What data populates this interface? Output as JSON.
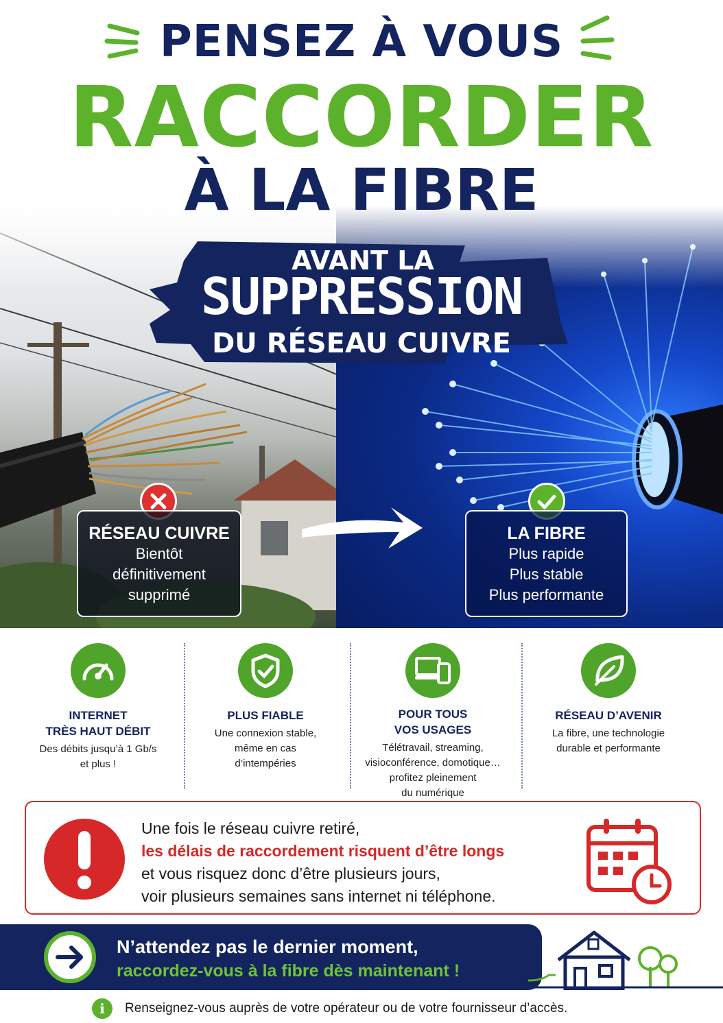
{
  "colors": {
    "navy": "#13245e",
    "green": "#5db22c",
    "red": "#d62828",
    "white": "#ffffff"
  },
  "header": {
    "line1": "PENSEZ À VOUS",
    "line2": "RACCORDER",
    "line3": "À LA FIBRE"
  },
  "banner": {
    "line1": "AVANT LA",
    "line2": "SUPPRESSION",
    "line3": "DU RÉSEAU CUIVRE"
  },
  "comparison": {
    "left": {
      "icon": "x-icon",
      "title": "RÉSEAU CUIVRE",
      "lines": [
        "Bientôt",
        "définitivement",
        "supprimé"
      ]
    },
    "right": {
      "icon": "check-icon",
      "title": "LA FIBRE",
      "lines": [
        "Plus rapide",
        "Plus stable",
        "Plus performante"
      ]
    }
  },
  "features": [
    {
      "icon": "speedometer-icon",
      "title": [
        "INTERNET",
        "TRÈS HAUT DÉBIT"
      ],
      "text": [
        "Des débits jusqu’à 1 Gb/s",
        "et plus !"
      ]
    },
    {
      "icon": "shield-check-icon",
      "title": [
        "PLUS FIABLE"
      ],
      "text": [
        "Une connexion stable,",
        "même en cas",
        "d’intempéries"
      ]
    },
    {
      "icon": "devices-icon",
      "title": [
        "POUR TOUS",
        "VOS USAGES"
      ],
      "text": [
        "Télétravail, streaming,",
        "visioconférence, domotique…",
        "profitez pleinement",
        "du numérique"
      ]
    },
    {
      "icon": "leaf-icon",
      "title": [
        "RÉSEAU D’AVENIR"
      ],
      "text": [
        "La fibre, une technologie",
        "durable et performante"
      ]
    }
  ],
  "warning": {
    "icon": "exclamation-icon",
    "line1": "Une fois le réseau cuivre retiré,",
    "line2": "les délais de raccordement risquent d’être longs",
    "line3": "et vous risquez donc d’être plusieurs jours,",
    "line4": "voir plusieurs semaines sans internet ni téléphone.",
    "side_icon": "calendar-clock-icon"
  },
  "cta": {
    "icon": "arrow-right-icon",
    "line1": "N’attendez pas le dernier moment,",
    "line2": "raccordez-vous à la fibre dès maintenant !",
    "illustration": "house-fiber-icon"
  },
  "footer": {
    "icon": "info-icon",
    "icon_glyph": "i",
    "text": "Renseignez-vous auprès de votre opérateur ou de votre fournisseur d’accès."
  }
}
